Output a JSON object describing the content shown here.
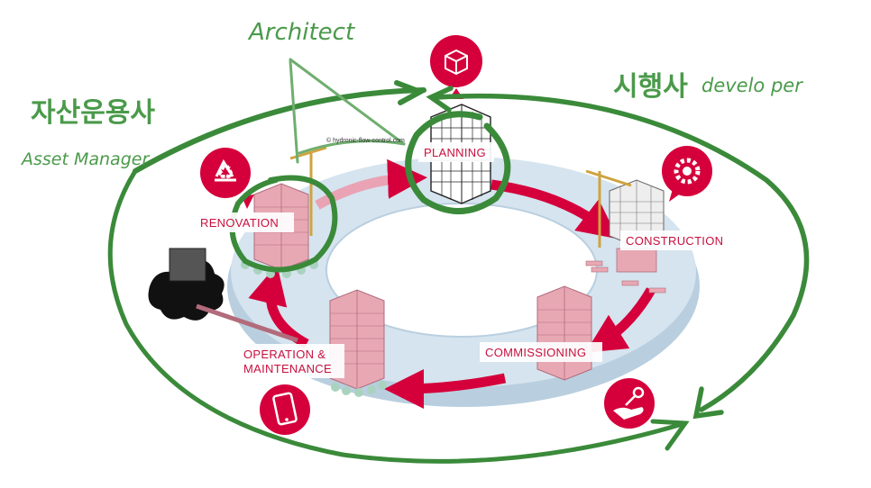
{
  "annotations": {
    "architect": "Architect",
    "asset_manager_ko": "자산운용사",
    "asset_manager_en": "Asset Manager",
    "developer_ko": "시행사",
    "developer_en": "develo per"
  },
  "stages": {
    "planning": "PLANNING",
    "construction": "CONSTRUCTION",
    "commissioning": "COMMISSIONING",
    "operation_line1": "OPERATION &",
    "operation_line2": "MAINTENANCE",
    "renovation": "RENOVATION"
  },
  "watermark": "© hydronic-flow-control.com",
  "icons": {
    "planning": "cube-icon",
    "construction": "gear-icon",
    "commissioning": "hand-key-icon",
    "operation": "mobile-phone-icon",
    "renovation": "recycle-icon"
  },
  "colors": {
    "accent_red": "#d5003b",
    "ring": "#cfe0ec",
    "annotation_green": "#3a8a3a"
  }
}
